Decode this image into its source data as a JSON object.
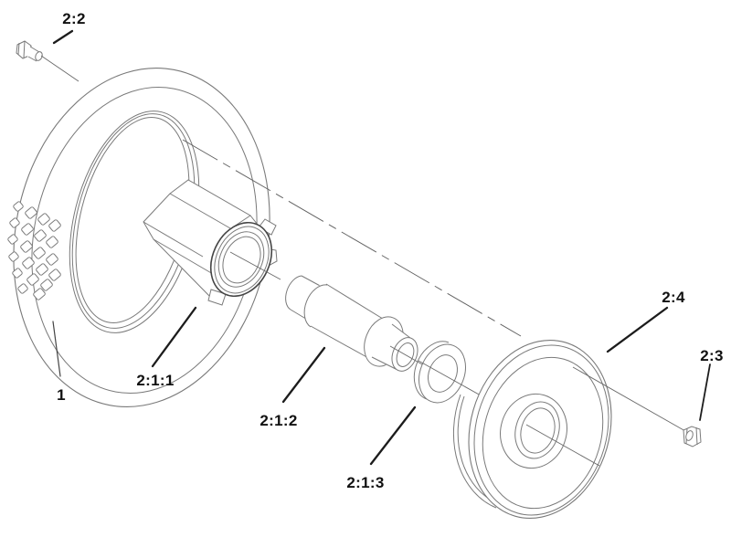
{
  "diagram": {
    "kind": "exploded-parts-diagram",
    "labels": [
      {
        "part": "tire",
        "text": "1"
      },
      {
        "part": "bolt",
        "text": "2:2"
      },
      {
        "part": "hub",
        "text": "2:1:1"
      },
      {
        "part": "spacer",
        "text": "2:1:2"
      },
      {
        "part": "washer",
        "text": "2:1:3"
      },
      {
        "part": "rim",
        "text": "2:4"
      },
      {
        "part": "nut",
        "text": "2:3"
      }
    ],
    "colors": {
      "background": "#ffffff",
      "part_line": "#757575",
      "leader_line": "#1c1c1c",
      "label_text": "#111111"
    }
  }
}
